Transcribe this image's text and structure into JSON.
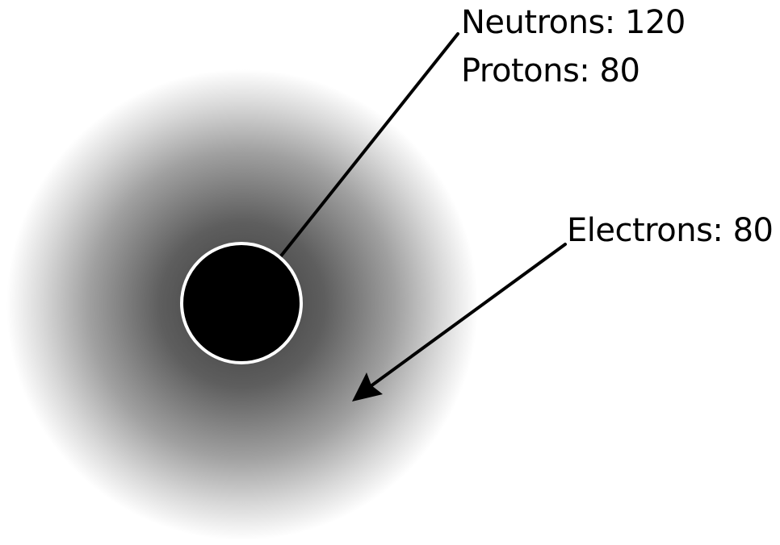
{
  "labels": {
    "neutrons": "Neutrons: 120",
    "protons": "Protons: 80",
    "electrons": "Electrons: 80"
  },
  "colors": {
    "background": "#ffffff",
    "nucleus_fill": "#000000",
    "nucleus_stroke": "#ffffff",
    "cloud_center": "#3c3c3c",
    "cloud_edge": "#ffffff",
    "leader_lines": "#000000"
  }
}
